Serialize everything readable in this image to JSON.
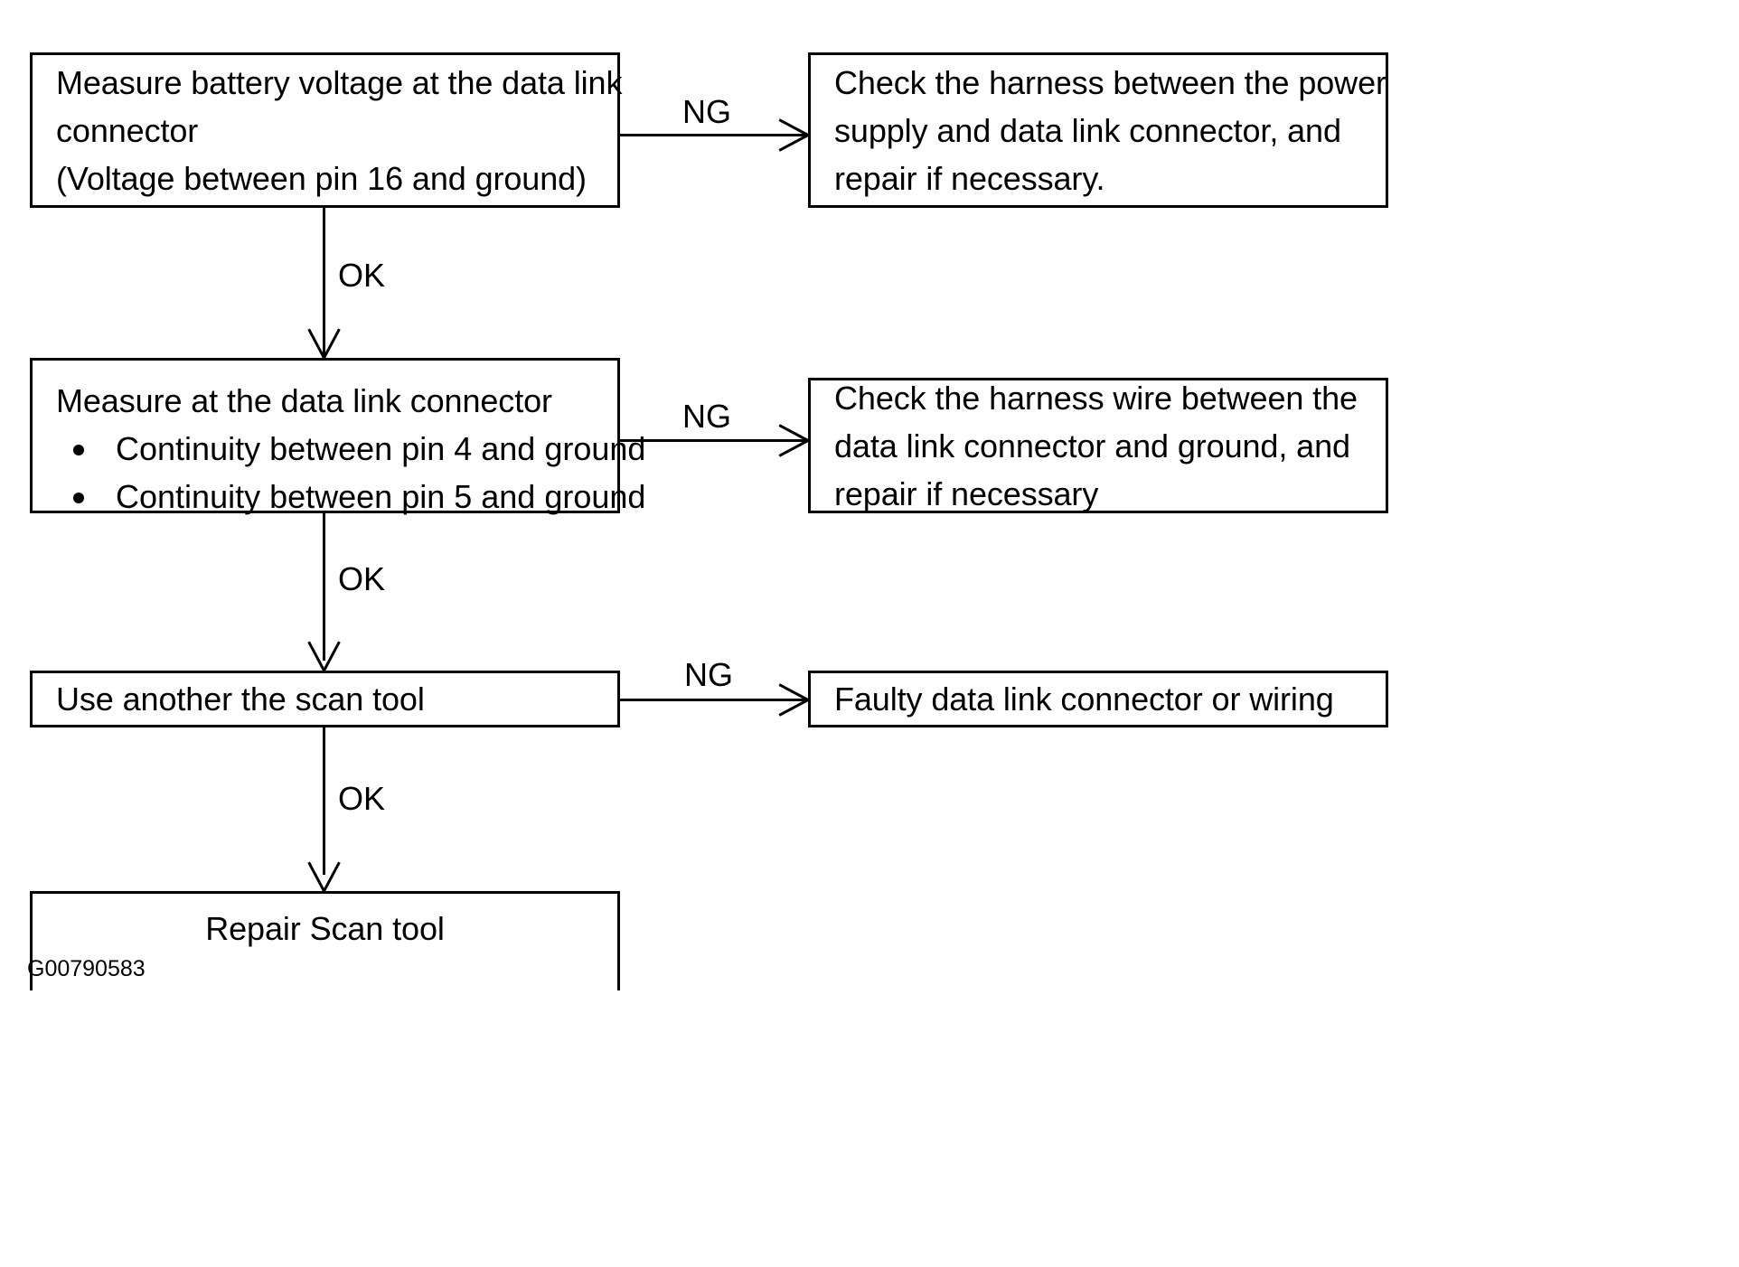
{
  "figure": {
    "id_label": "G00790583",
    "title": "Data Link Connector Diagnostic Flowchart"
  },
  "nodes": {
    "measure_battery_voltage": {
      "line1": "Measure battery voltage at the data link",
      "line2": "connector",
      "line3": "(Voltage between pin 16 and ground)"
    },
    "check_harness_power_supply": {
      "line1": "Check the harness between the power",
      "line2": "supply and data link connector, and",
      "line3": "repair if necessary."
    },
    "measure_at_dlc": {
      "heading": "Measure at the data link connector",
      "bullets": [
        "Continuity between pin 4 and ground",
        "Continuity between pin 5 and ground"
      ]
    },
    "check_harness_ground": {
      "line1": "Check the harness wire between the",
      "line2": "data link connector and ground, and",
      "line3": "repair if necessary"
    },
    "use_another_scan_tool": {
      "line1": "Use another the scan tool"
    },
    "faulty_dlc_or_wiring": {
      "line1": "Faulty data link connector or wiring"
    },
    "repair_scan_tool": {
      "line1": "Repair Scan tool"
    }
  },
  "edges": {
    "ng_1": "NG",
    "ok_1": "OK",
    "ng_2": "NG",
    "ok_2": "OK",
    "ng_3": "NG",
    "ok_3": "OK"
  },
  "style": {
    "line_color": "#000000",
    "background": "#ffffff",
    "text_color": "#000000"
  }
}
